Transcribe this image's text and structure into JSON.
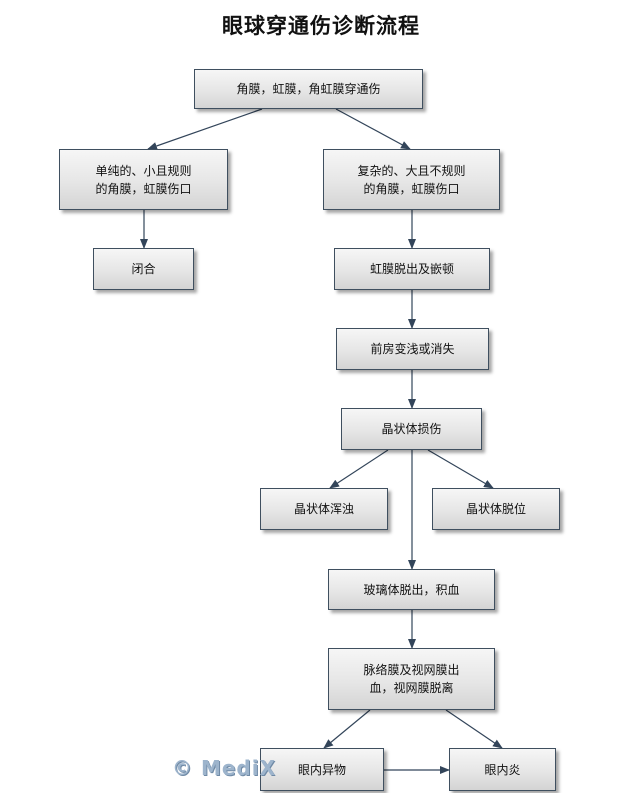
{
  "title": "眼球穿通伤诊断流程",
  "nodes": {
    "n1": "角膜，虹膜，角虹膜穿通伤",
    "n2": "单纯的、小且规则\n的角膜，虹膜伤口",
    "n3": "复杂的、大且不规则\n的角膜，虹膜伤口",
    "n4": "闭合",
    "n5": "虹膜脱出及嵌顿",
    "n6": "前房变浅或消失",
    "n7": "晶状体损伤",
    "n8": "晶状体浑浊",
    "n9": "晶状体脱位",
    "n10": "玻璃体脱出，积血",
    "n11": "脉络膜及视网膜出\n血，视网膜脱离",
    "n12": "眼内异物",
    "n13": "眼内炎"
  },
  "watermark": "© MediX",
  "colors": {
    "border": "#3f4f5f",
    "arrow": "#33455a",
    "watermark": "#9db4cc"
  }
}
